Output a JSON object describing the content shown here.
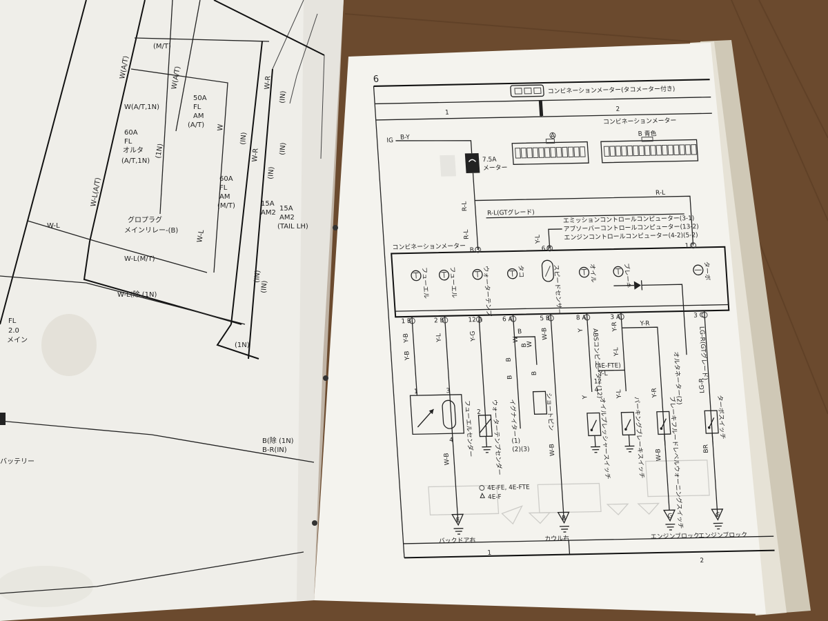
{
  "colors": {
    "table": "#6b4a2e",
    "paper": "#f4f3ee",
    "ink": "#1e1e1e",
    "shadow": "#d7d3c8"
  },
  "left_page": {
    "labels": [
      "(M/T)",
      "W(A/T)",
      "W(A/T)",
      "50A",
      "FL",
      "AM",
      "(A/T)",
      "W(A/T,1N)",
      "60A",
      "FL",
      "オルタ",
      "(A/T,1N)",
      "(1N)",
      "W",
      "W-L(A/T)",
      "グロプラグ",
      "メインリレー-(B)",
      "W-L(M/T)",
      "W-L",
      "W-L(除 (1N)",
      "60A",
      "FL",
      "AM",
      "(M/T)",
      "W-L",
      "W-R",
      "(IN)",
      "15A",
      "AM2",
      "W-R",
      "(IN)",
      "15A",
      "AM2",
      "(TAIL LH)",
      "(IN)",
      "(IN)",
      "(IN)",
      "(IN)",
      "(1N)",
      "FL",
      "2.0",
      "メイン",
      "B(除 (1N)",
      "B-R(IN)",
      "バッテリー"
    ]
  },
  "right_page": {
    "page_number": "6",
    "top_connector_label": "コンビネーションメーター(タコメーター付き)",
    "grid_top": [
      "1",
      "2"
    ],
    "grid_bottom": [
      "1",
      "2"
    ],
    "connector_title": "コンビネーションメーター",
    "connector_a": "A",
    "connector_b": "B 青色",
    "ig_label": "IG",
    "wires": {
      "by": "B-Y",
      "rl": "R-L",
      "rl_gt": "R-L(GTグレード)",
      "rl_right": "R-L"
    },
    "fuse": {
      "rating": "7.5A",
      "name": "メーター"
    },
    "computer_refs": [
      "エミッションコントロールコンピューター(3-1)",
      "アブソーバーコントロールコンピューター(13-2)",
      "エンジンコントロールコンピューター(4-2)(5-2)"
    ],
    "meter_label": "コンビネーションメーター",
    "meter_top_pins": [
      "B 3",
      "6 B",
      "1 C"
    ],
    "meter_items": [
      "フューエル",
      "フューエル",
      "ウォーターテンプ",
      "タコ",
      "スピードセンサー",
      "オイル",
      "ブレーキ",
      "ターボ"
    ],
    "bottom_pins": [
      "1 B",
      "2 B",
      "12 A",
      "6 A",
      "5 B",
      "8 A",
      "3 A",
      "3 C"
    ],
    "lower_wires": [
      "Y-B",
      "Y-L",
      "Y-G",
      "B",
      "W-B",
      "Y",
      "Y-R",
      "Y-R",
      "LG-R(GTグレード)",
      "B",
      "W",
      "B",
      "B",
      "B",
      "ABSコンピューター(12)",
      "Y-L",
      "(4E-FTE)",
      "Y-L",
      "Y",
      "Y-L",
      "Y-R",
      "W-B",
      "LG-R",
      "BR",
      "W-B",
      "W-B",
      "Y-B",
      "W",
      "オルタネーター(2)",
      "12",
      "4"
    ],
    "components": [
      "フューエルセンダー",
      "ウォーターテンプセンダー",
      "イグナイター",
      "(1)",
      "(2)(3)",
      "ショートピン",
      "オイルプレッシャースイッチ",
      "パーキングブレーキスイッチ",
      "ブレーキフルードレベルウォーニングスイッチ",
      "ターボスイッチ"
    ],
    "sender_pins": [
      "1",
      "3",
      "2",
      "4"
    ],
    "legend": [
      "4E-FE, 4E-FTE",
      "4E-F"
    ],
    "grounds": [
      {
        "letter": "E",
        "label": "バックドア右"
      },
      {
        "letter": "B",
        "label": "カウル右"
      },
      {
        "letter": "G",
        "label": "エンジンブロック"
      },
      {
        "letter": "G",
        "label": "エンジンブロック"
      }
    ]
  }
}
